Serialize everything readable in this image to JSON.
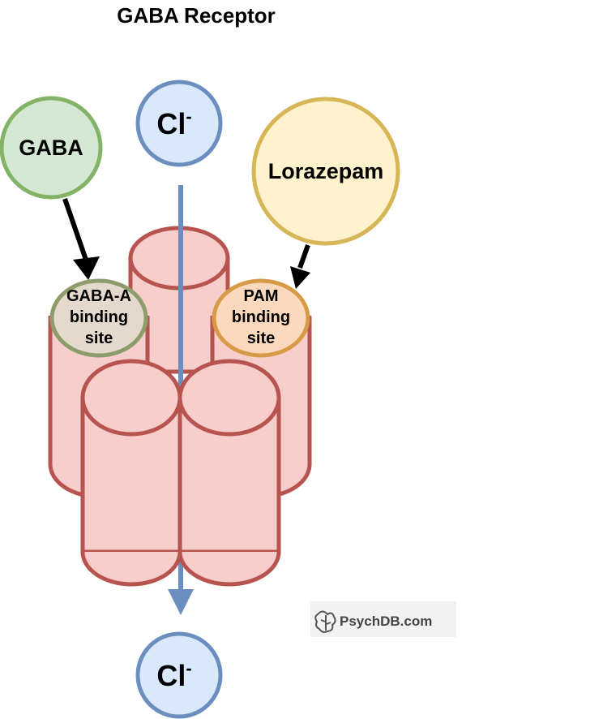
{
  "title": "GABA Receptor",
  "ion_top": {
    "text": "Cl",
    "superscript": "-"
  },
  "ion_bottom": {
    "text": "Cl",
    "superscript": "-"
  },
  "gaba": {
    "label": "GABA"
  },
  "lorazepam": {
    "label": "Lorazepam"
  },
  "gaba_site": {
    "line1": "GABA-A",
    "line2": "binding",
    "line3": "site"
  },
  "pam_site": {
    "line1": "PAM",
    "line2": "binding",
    "line3": "site"
  },
  "watermark": {
    "text": "PsychDB.com"
  },
  "colors": {
    "cylinder_fill": "#f8cecc",
    "cylinder_stroke": "#b85450",
    "ion_fill": "#dae8fc",
    "ion_stroke": "#6c8ebf",
    "gaba_fill": "#d5e8d4",
    "gaba_stroke": "#82b366",
    "lorazepam_fill": "#fff2cc",
    "lorazepam_stroke": "#d6b656",
    "gaba_site_fill": "#e5d9cd",
    "gaba_site_stroke": "#8c9c6a",
    "pam_site_fill": "#fcd9bc",
    "pam_site_stroke": "#d79b48",
    "channel_arrow": "#6c8ebf"
  }
}
